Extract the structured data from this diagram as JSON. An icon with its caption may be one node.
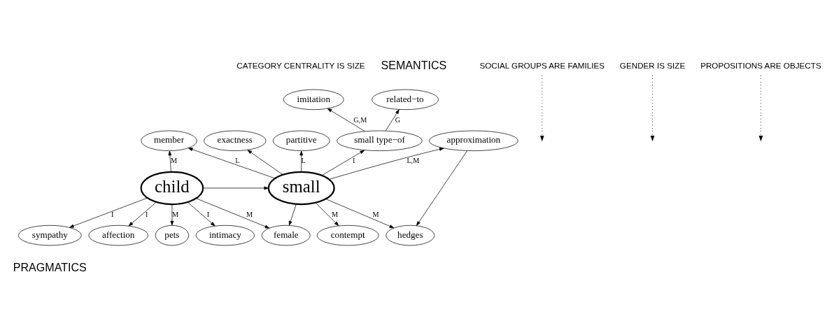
{
  "diagram": {
    "nodes": [
      {
        "text": [
          "related−to"
        ]
      },
      {
        "text": [
          "imitation"
        ]
      },
      {
        "text": [
          "small type−of"
        ]
      },
      {
        "text": [
          "exactness"
        ]
      },
      {
        "text": [
          "partitive"
        ]
      },
      {
        "text": [
          "member"
        ]
      },
      {
        "text": [
          "approximation"
        ]
      },
      {
        "text": [
          "SOCIAL GROUPS ARE FAMILIES"
        ]
      },
      {
        "text": [
          "GENDER IS SIZE"
        ]
      },
      {
        "text": [
          "child"
        ]
      },
      {
        "text": [
          "small"
        ]
      },
      {
        "text": [
          "female"
        ]
      },
      {
        "text": [
          "affection"
        ]
      },
      {
        "text": [
          "hedges"
        ]
      },
      {
        "text": [
          "pets"
        ]
      },
      {
        "text": [
          "intimacy"
        ]
      },
      {
        "text": [
          "contempt"
        ]
      },
      {
        "text": [
          "sympathy"
        ]
      },
      {
        "text": [
          "PROPOSITIONS ARE OBJECTS"
        ]
      }
    ],
    "edges": [
      {
        "from": 9,
        "to": 10,
        "arrow": "to"
      },
      {
        "from": 10,
        "to": 2,
        "arrow": "to",
        "label": "I"
      },
      {
        "from": 2,
        "to": 1,
        "arrow": "to",
        "label": "G,M"
      },
      {
        "from": 2,
        "to": 0,
        "arrow": "to",
        "label": "G"
      },
      {
        "from": 9,
        "to": 5,
        "arrow": "to",
        "label": "M"
      },
      {
        "from": 10,
        "to": 5,
        "arrow": "to",
        "label": "L"
      },
      {
        "from": 10,
        "to": 3,
        "arrow": "to"
      },
      {
        "from": 10,
        "to": 4,
        "arrow": "to",
        "label": "L"
      },
      {
        "from": 10,
        "to": 6,
        "arrow": "to",
        "label": "L,M"
      },
      {
        "from": 10,
        "to": 11,
        "arrow": "to"
      },
      {
        "from": 9,
        "to": 11,
        "arrow": "to",
        "label": "M"
      },
      {
        "from": 10,
        "to": 16,
        "arrow": "to",
        "label": "M"
      },
      {
        "from": 10,
        "to": 13,
        "arrow": "to",
        "label": "M"
      },
      {
        "from": 6,
        "to": 13,
        "arrow": "to"
      },
      {
        "from": 9,
        "to": 12,
        "arrow": "to",
        "label": "I"
      },
      {
        "from": 9,
        "to": 14,
        "arrow": "to",
        "label": "M"
      },
      {
        "from": 9,
        "to": 17,
        "arrow": "to",
        "label": "I"
      },
      {
        "from": 9,
        "to": 15,
        "arrow": "to",
        "label": "I"
      },
      {
        "from": 7,
        "to": null,
        "arrow": "to",
        "style": "dashed"
      },
      {
        "from": 8,
        "to": null,
        "arrow": "to",
        "style": "dashed"
      },
      {
        "from": 18,
        "to": null,
        "arrow": "to",
        "style": "dashed"
      }
    ],
    "labels": [
      "SEMANTICS",
      "CATEGORY CENTRALITY IS SIZE",
      "PRAGMATICS"
    ]
  }
}
